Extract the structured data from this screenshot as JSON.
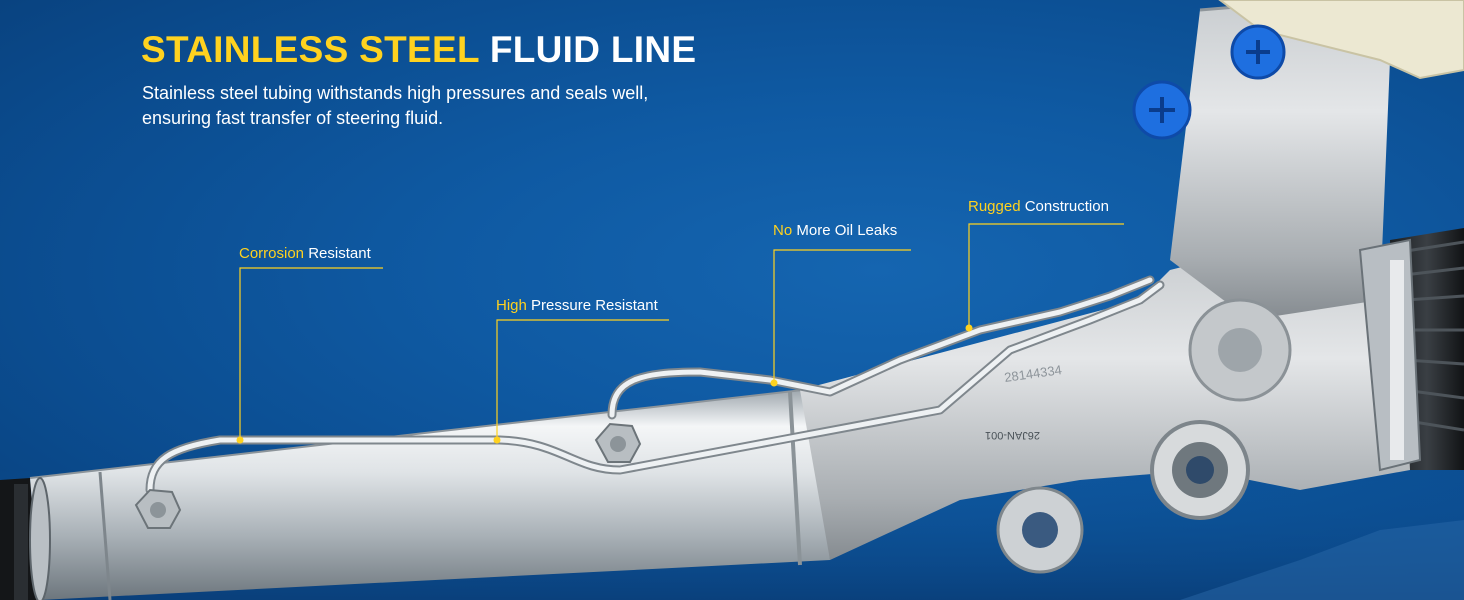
{
  "headline": {
    "highlight": "STAINLESS STEEL",
    "rest": "FLUID LINE"
  },
  "subtitle": {
    "line1": "Stainless steel tubing withstands high pressures and seals well,",
    "line2": "ensuring fast transfer of steering fluid."
  },
  "callouts": [
    {
      "keyword": "Corrosion",
      "rest": "Resistant"
    },
    {
      "keyword": "High",
      "rest": "Pressure Resistant"
    },
    {
      "keyword": "No",
      "rest": "More Oil Leaks"
    },
    {
      "keyword": "Rugged",
      "rest": "Construction"
    }
  ],
  "part_markings": {
    "casting_number": "28144334",
    "date_code": "26JAN-001"
  },
  "colors": {
    "background": "#0f5aa3",
    "accent_yellow": "#ffd21f",
    "text": "#ffffff",
    "port_caps": "#1e6fe0",
    "metal": "#d9dde0"
  }
}
